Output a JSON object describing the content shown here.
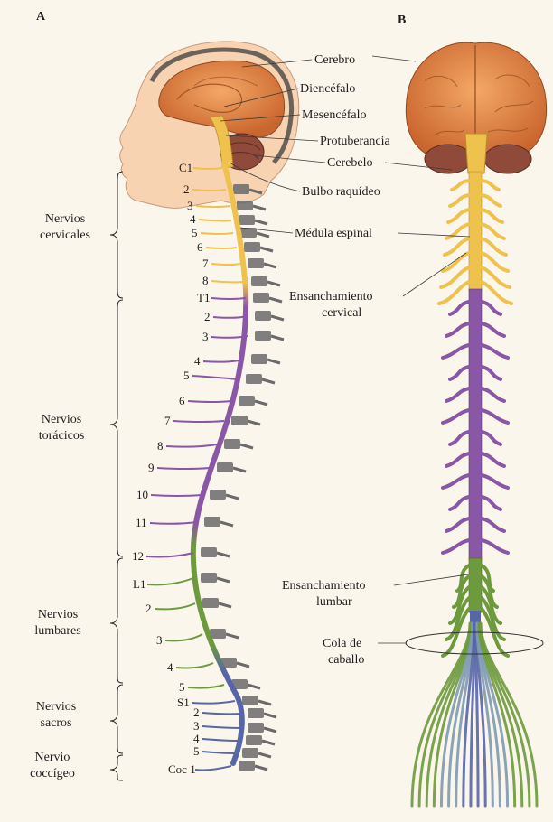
{
  "panels": {
    "a": "A",
    "b": "B"
  },
  "colors": {
    "cervical": "#efc24e",
    "thoracic": "#8a56a6",
    "lumbar": "#6d9a3c",
    "sacral": "#5766a8",
    "brain": "#e0894a",
    "cerebellum": "#8f4a3a",
    "vertebra": "#6a6a6a",
    "skin": "#f7d3b2"
  },
  "structures": {
    "cerebro": "Cerebro",
    "diencefalo": "Diencéfalo",
    "mesencefalo": "Mesencéfalo",
    "protuberancia": "Protuberancia",
    "cerebelo": "Cerebelo",
    "bulbo": "Bulbo raquídeo",
    "medula": "Médula espinal",
    "ens_cervical_1": "Ensanchamiento",
    "ens_cervical_2": "cervical",
    "ens_lumbar_1": "Ensanchamiento",
    "ens_lumbar_2": "lumbar",
    "cola_1": "Cola de",
    "cola_2": "caballo"
  },
  "groups": {
    "cervical": [
      "Nervios",
      "cervicales"
    ],
    "thoracic": [
      "Nervios",
      "torácicos"
    ],
    "lumbar": [
      "Nervios",
      "lumbares"
    ],
    "sacral": [
      "Nervios",
      "sacros"
    ],
    "coccygeal": [
      "Nervio",
      "coccígeo"
    ]
  },
  "nerve_labels": {
    "cervical": [
      "C1",
      "2",
      "3",
      "4",
      "5",
      "6",
      "7",
      "8"
    ],
    "thoracic": [
      "T1",
      "2",
      "3",
      "4",
      "5",
      "6",
      "7",
      "8",
      "9",
      "10",
      "11",
      "12"
    ],
    "lumbar": [
      "L1",
      "2",
      "3",
      "4",
      "5"
    ],
    "sacral": [
      "S1",
      "2",
      "3",
      "4",
      "5"
    ],
    "coccygeal": [
      "Coc 1"
    ]
  }
}
